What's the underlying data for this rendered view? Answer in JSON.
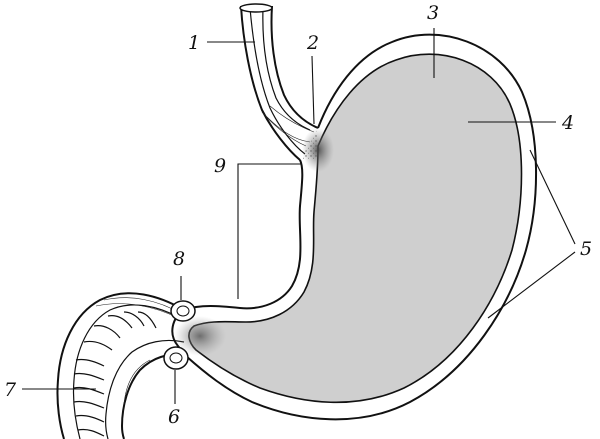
{
  "diagram": {
    "callouts": [
      {
        "id": "c1",
        "number": "1"
      },
      {
        "id": "c2",
        "number": "2"
      },
      {
        "id": "c3",
        "number": "3"
      },
      {
        "id": "c4",
        "number": "4"
      },
      {
        "id": "c5",
        "number": "5"
      },
      {
        "id": "c6",
        "number": "6"
      },
      {
        "id": "c7",
        "number": "7"
      },
      {
        "id": "c8",
        "number": "8"
      },
      {
        "id": "c9",
        "number": "9"
      }
    ],
    "colors": {
      "lumen_fill": "#cfcfcf",
      "outline": "#111111",
      "background": "#ffffff"
    }
  }
}
